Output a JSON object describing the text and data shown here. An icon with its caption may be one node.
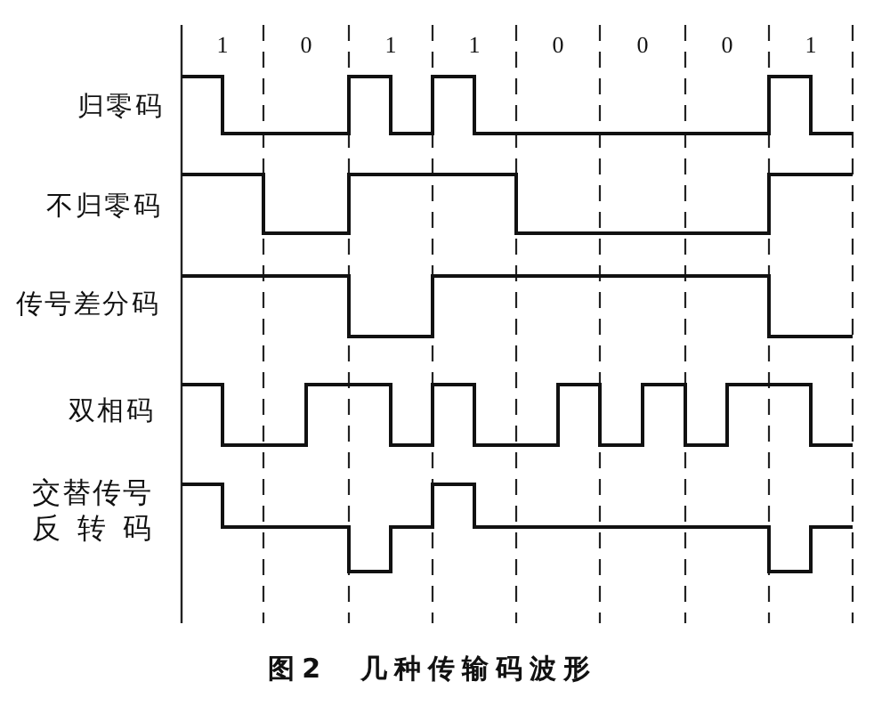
{
  "diagram": {
    "caption": "图2 几种传输码波形",
    "labels": [
      "1",
      "0",
      "1",
      "1",
      "0",
      "0",
      "0",
      "1",
      "归零码",
      "不归零码",
      "传号差分码",
      "双相码",
      "交替传号反转码"
    ]
  }
}
